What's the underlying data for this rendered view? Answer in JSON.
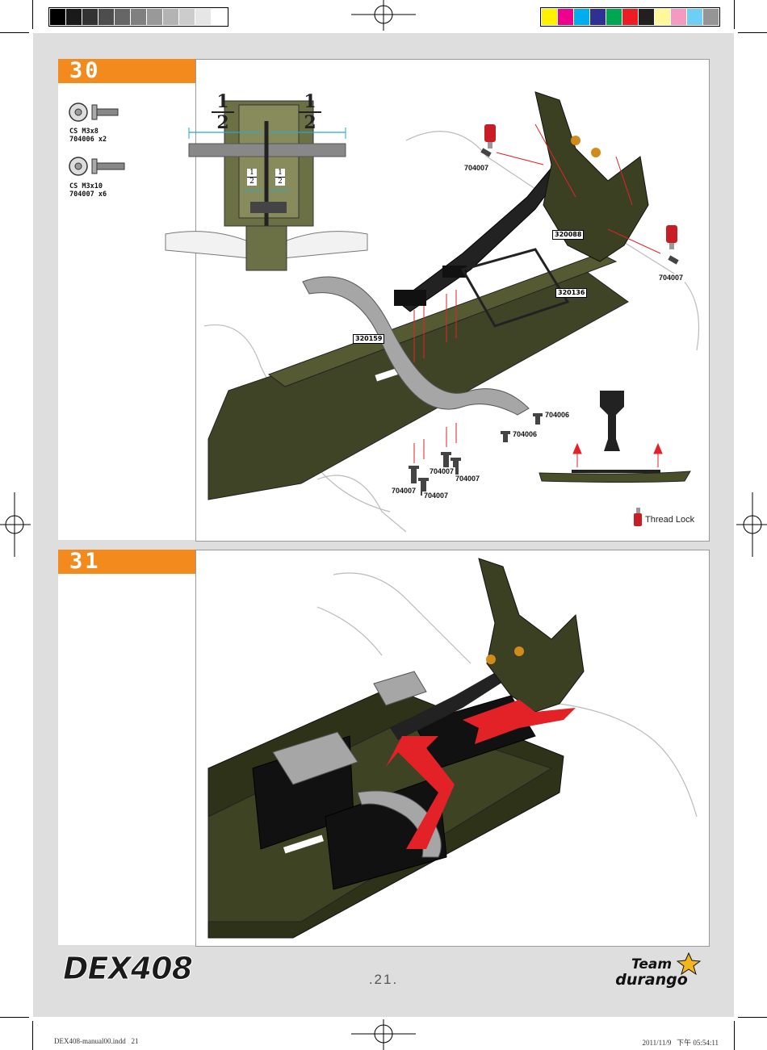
{
  "colors": {
    "grey_bg": "#dedede",
    "orange": "#f28a1e",
    "chassis_green": "#4a4f2a",
    "red_arrow": "#e32228"
  },
  "grey_swatches": [
    "#000000",
    "#1a1a1a",
    "#333333",
    "#4d4d4d",
    "#666666",
    "#808080",
    "#999999",
    "#b3b3b3",
    "#cccccc",
    "#e6e6e6",
    "#ffffff"
  ],
  "color_swatches": [
    "#fff200",
    "#ec008c",
    "#00aeef",
    "#2e3192",
    "#00a651",
    "#ed1c24",
    "#231f20",
    "#fff799",
    "#f49ac1",
    "#6dcff6",
    "#959595"
  ],
  "step30": {
    "number": "30",
    "hardware": [
      {
        "name": "CS M3x8",
        "code": "704006",
        "qty": "x2",
        "icon": "countersunk-screw-short-icon"
      },
      {
        "name": "CS M3x10",
        "code": "704007",
        "qty": "x6",
        "icon": "countersunk-screw-long-icon"
      }
    ],
    "fraction_num": "1",
    "fraction_den": "2",
    "parts": [
      "320088",
      "320136",
      "320159"
    ],
    "screw_labels": {
      "a": "704007",
      "b": "704007",
      "c": "704006",
      "d": "704006",
      "e": "704007",
      "f": "704007",
      "g": "704007",
      "h": "704007"
    },
    "thread_lock": "Thread Lock"
  },
  "step31": {
    "number": "31"
  },
  "footer": {
    "logo": "DEX408",
    "page": ".21.",
    "brand_line1": "Team",
    "brand_line2": "durango",
    "file": "DEX408-manual00.indd   21",
    "timestamp": "2011/11/9   下午 05:54:11"
  }
}
